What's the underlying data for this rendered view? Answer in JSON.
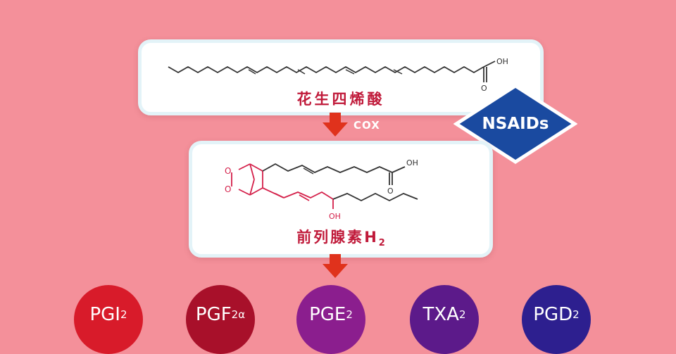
{
  "pathway": {
    "precursor": {
      "name": "花生四烯酸",
      "group_label": "OH"
    },
    "enzyme": {
      "name": "COX"
    },
    "inhibitor": {
      "name": "NSAIDs"
    },
    "intermediate": {
      "name_prefix": "前列腺素",
      "name_main": "H",
      "name_sub": "2",
      "group_label": "OH",
      "hydroxyl_label": "OH"
    },
    "products": [
      {
        "main": "PGI",
        "sub": "2",
        "color": "#d81b2a"
      },
      {
        "main": "PGF",
        "sub": "2α",
        "color": "#a8102a"
      },
      {
        "main": "PGE",
        "sub": "2",
        "color": "#8b1e8e"
      },
      {
        "main": "TXA",
        "sub": "2",
        "color": "#5c1a8a"
      },
      {
        "main": "PGD",
        "sub": "2",
        "color": "#2d1f8f"
      }
    ]
  },
  "colors": {
    "background": "#f4909a",
    "arrow": "#e0321c",
    "label": "#c01a3a",
    "badge": "#1a4aa0",
    "structure_red": "#d4204a"
  }
}
